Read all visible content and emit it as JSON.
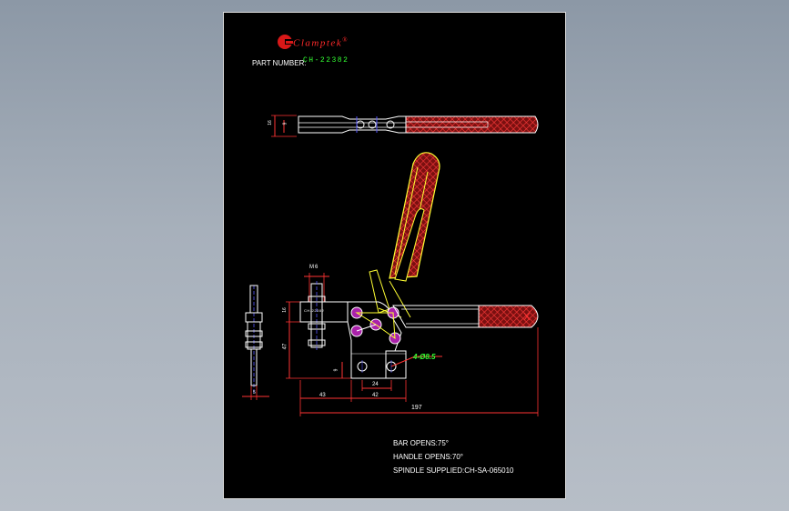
{
  "brand": {
    "name": "Clamptek",
    "trademark": "®"
  },
  "part": {
    "label": "PART NUMBER:",
    "number": "CH-22382"
  },
  "dimensions": {
    "top_thickness": "16",
    "top_gap": "9",
    "thread": "M6",
    "spindle_offset": "16",
    "height": "47",
    "base_gap": "9",
    "hole_spacing": "24",
    "left_offset": "43",
    "base_width": "42",
    "overall_length": "197",
    "holes": "4-Ø8.5",
    "side_width": "5",
    "plate_text": "CH-22382"
  },
  "notes": {
    "bar_opens": "BAR OPENS:75°",
    "handle_opens": "HANDLE OPENS:70°",
    "spindle": "SPINDLE SUPPLIED:CH-SA-065010"
  },
  "colors": {
    "outline": "#ffffff",
    "dimension": "#ff3333",
    "handle_grip": "#cc2222",
    "handle_outline": "#ffff33",
    "pivot": "#cc33cc",
    "text_green": "#33ff33"
  }
}
